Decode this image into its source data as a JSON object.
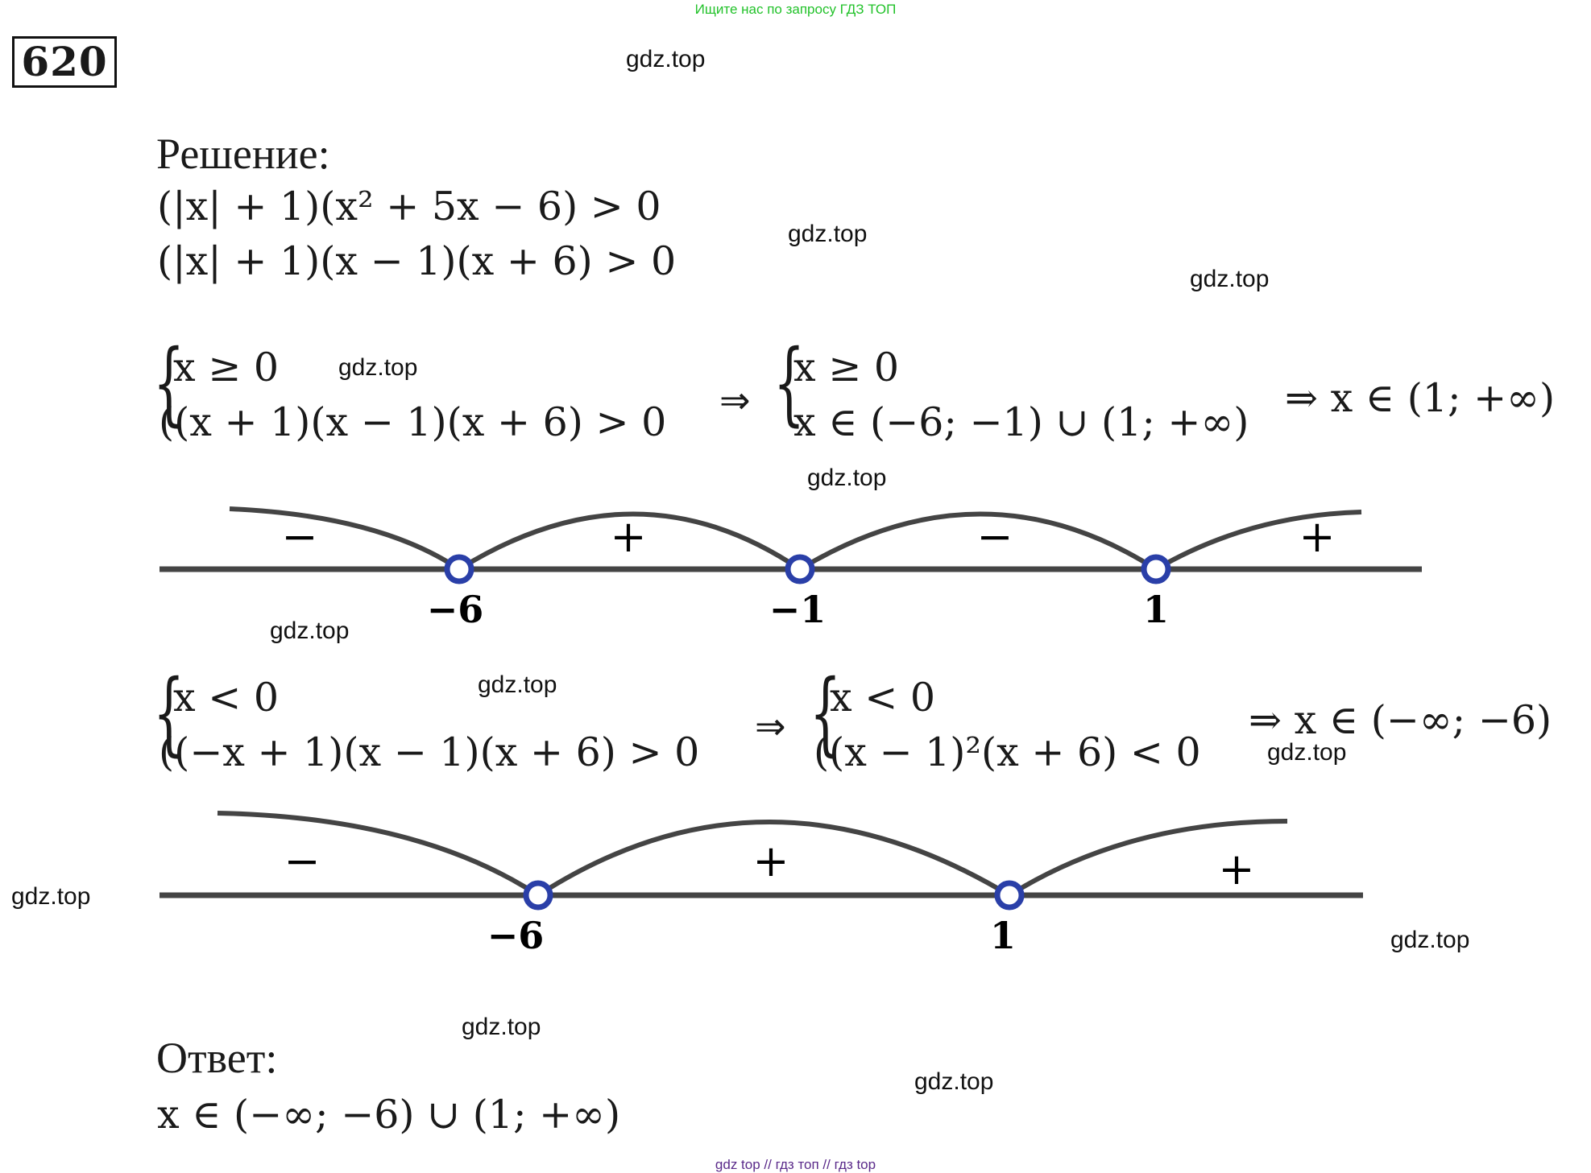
{
  "banner": "Ищите нас по запросу ГДЗ ТОП",
  "problem_number": "620",
  "watermark": "gdz.top",
  "solution_heading": "Решение:",
  "line1": "(|x| + 1)(x² + 5x − 6) > 0",
  "line2": "(|x| + 1)(x − 1)(x + 6) > 0",
  "case1": {
    "cond": "x ≥ 0",
    "ineq": "((x + 1)(x − 1)(x + 6) > 0",
    "arrow": "⇒",
    "cond2": "x ≥ 0",
    "res2": "x ∈ (−6; −1) ∪ (1; +∞)",
    "result": "⇒ x ∈ (1; +∞)"
  },
  "numline1": {
    "points": [
      "−6",
      "−1",
      "1"
    ],
    "signs": [
      "−",
      "+",
      "−",
      "+"
    ]
  },
  "case2": {
    "cond": "x < 0",
    "ineq": "((−x + 1)(x − 1)(x + 6) > 0",
    "arrow": "⇒",
    "cond2": "x < 0",
    "res2": "((x − 1)²(x + 6) < 0",
    "result": "⇒ x ∈ (−∞; −6)"
  },
  "numline2": {
    "points": [
      "−6",
      "1"
    ],
    "signs": [
      "−",
      "+",
      "+"
    ]
  },
  "answer_heading": "Ответ:",
  "answer": "x ∈ (−∞; −6) ∪ (1; +∞)",
  "footer": "gdz top  //  гдз топ  //  гдз top",
  "colors": {
    "banner": "#22c22a",
    "point": "#2a3fa8",
    "line": "#444444",
    "footer": "#5a2a8a"
  }
}
